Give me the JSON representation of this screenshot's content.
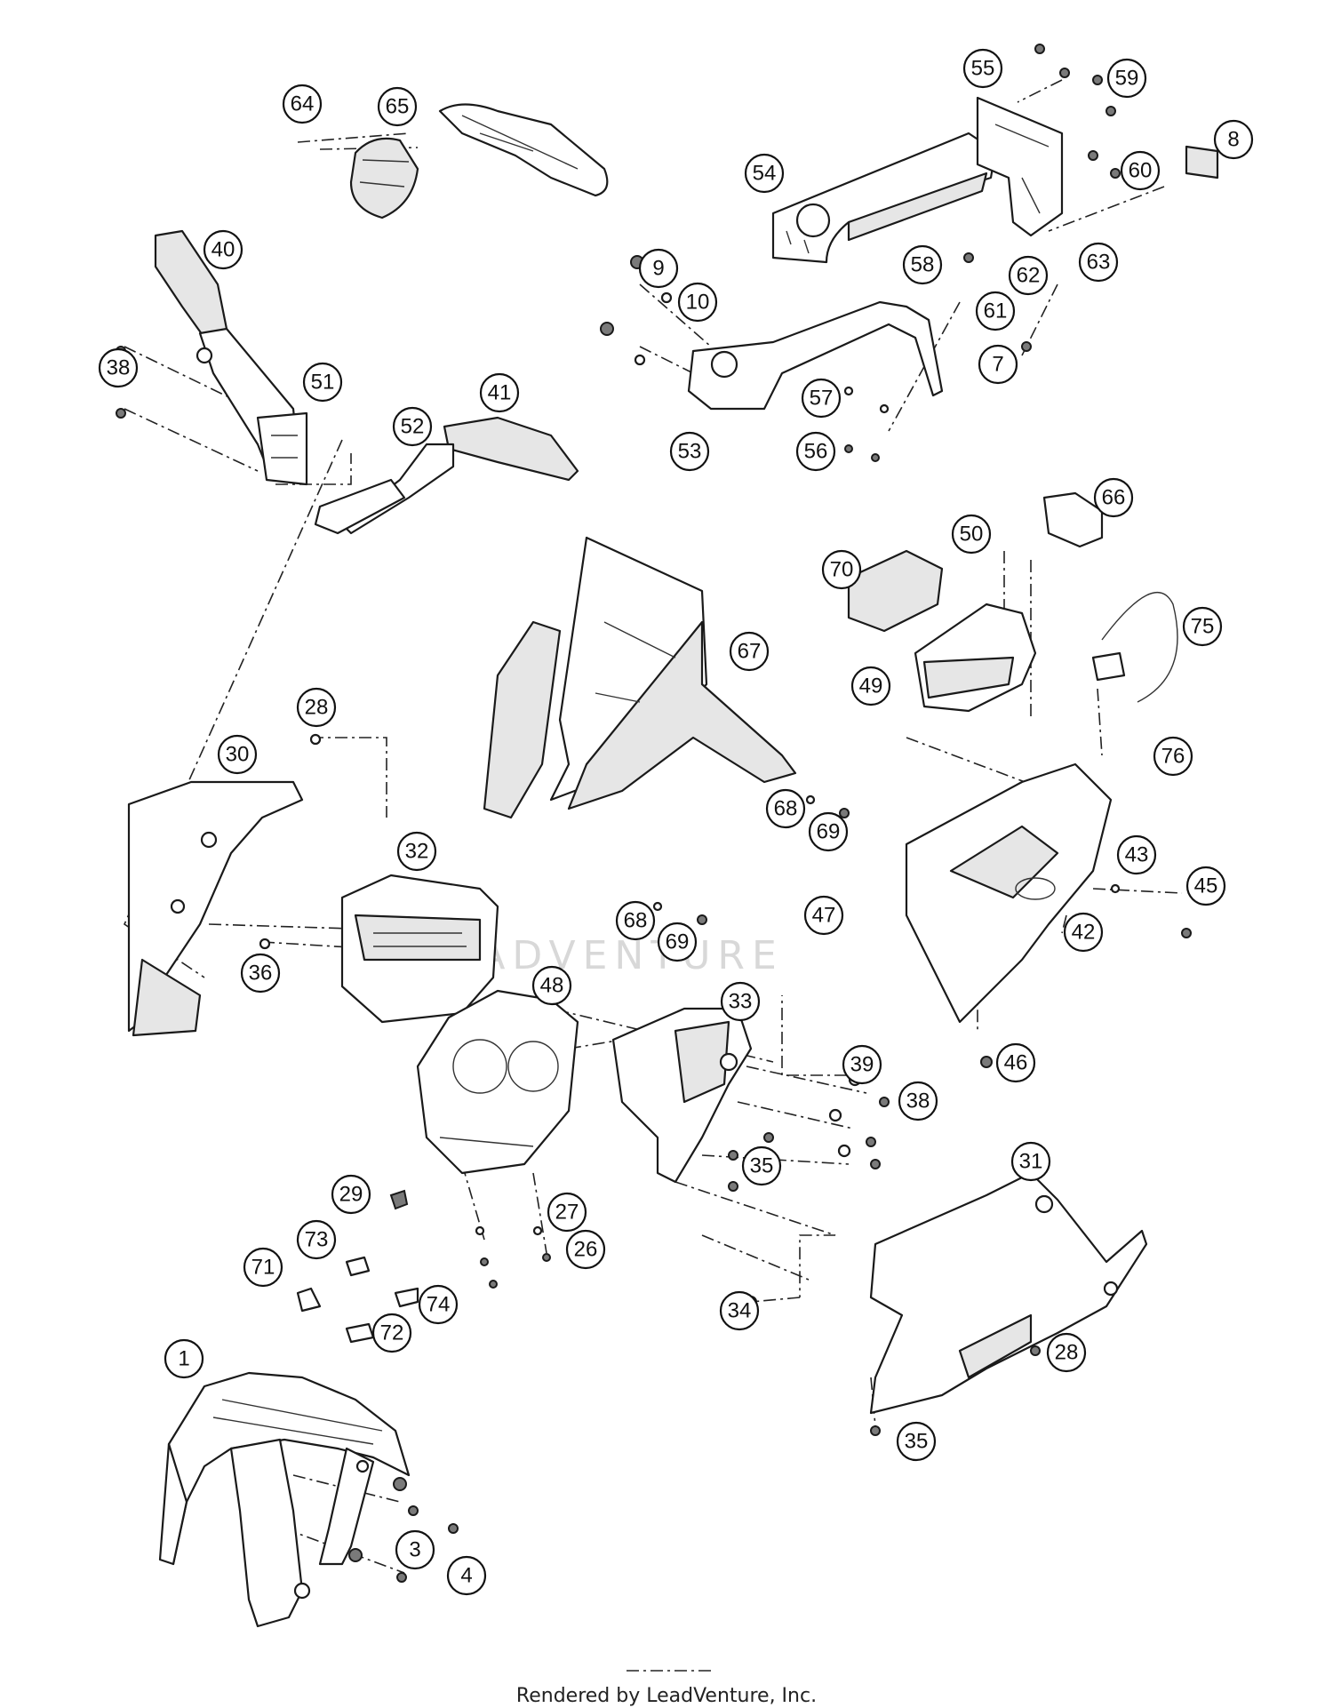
{
  "footer": {
    "credit": "Rendered by LeadVenture, Inc."
  },
  "watermark": {
    "text": "LEADVENTURE"
  },
  "callouts": [
    "64",
    "65",
    "55",
    "59",
    "8",
    "54",
    "60",
    "40",
    "9",
    "10",
    "58",
    "62",
    "63",
    "61",
    "7",
    "38",
    "51",
    "41",
    "52",
    "57",
    "53",
    "56",
    "66",
    "50",
    "70",
    "75",
    "67",
    "49",
    "28",
    "76",
    "30",
    "68",
    "69",
    "43",
    "45",
    "32",
    "68",
    "69",
    "47",
    "42",
    "36",
    "48",
    "33",
    "46",
    "39",
    "38",
    "35",
    "31",
    "29",
    "27",
    "73",
    "26",
    "71",
    "74",
    "34",
    "72",
    "28",
    "1",
    "35",
    "3",
    "4"
  ]
}
